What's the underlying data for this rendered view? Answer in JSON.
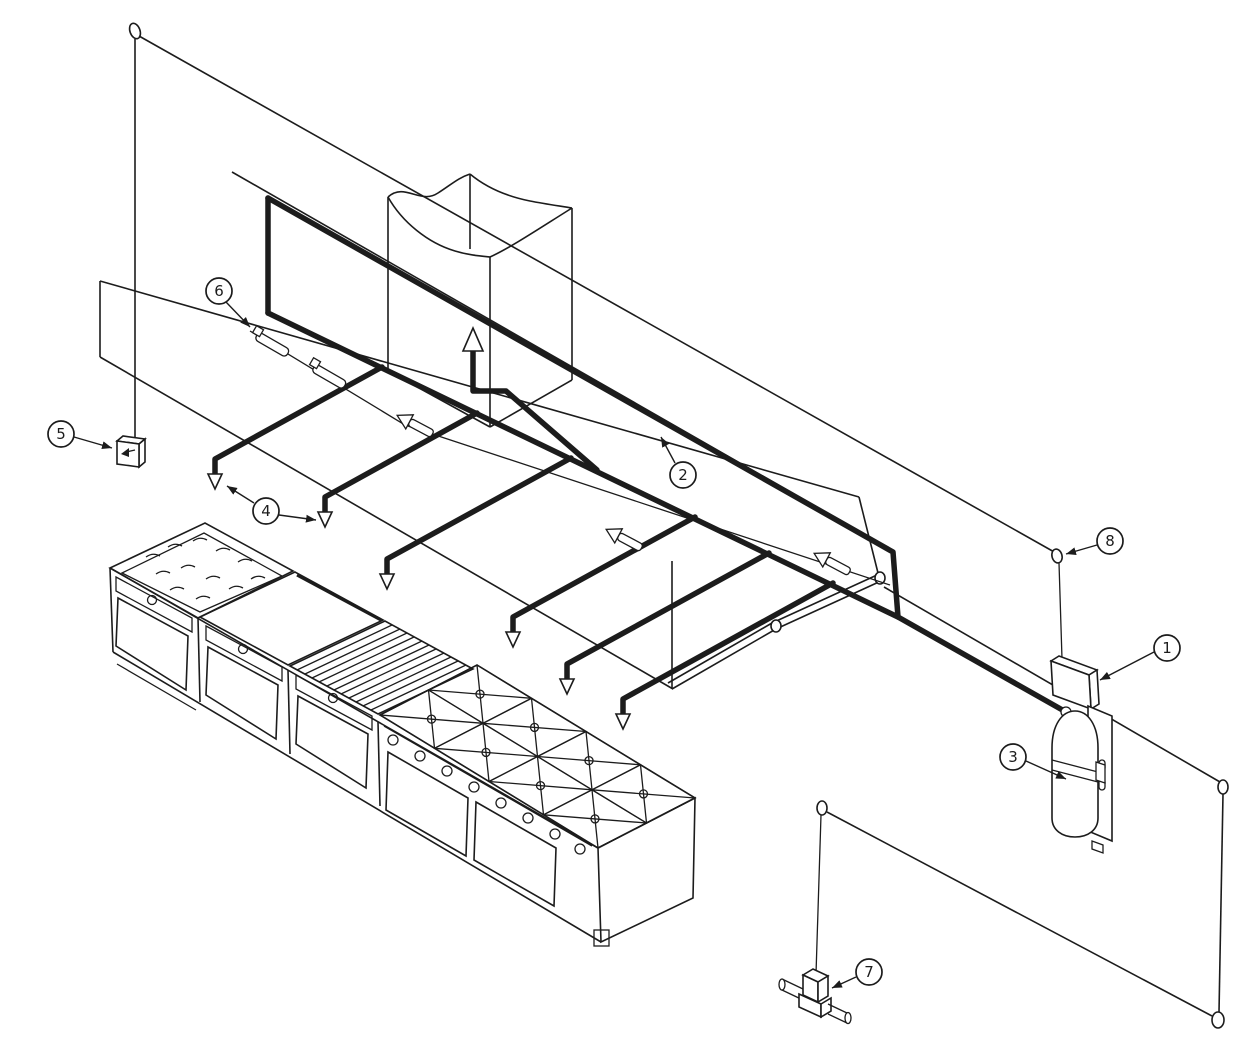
{
  "figure": {
    "type": "isometric-line-diagram",
    "subject": "restaurant-kitchen-fire-suppression-system",
    "ink_color": "#1c1c1c",
    "paper_color": "#ffffff"
  },
  "callouts": [
    {
      "number": "1",
      "component": "release-regulator-box"
    },
    {
      "number": "2",
      "component": "distribution-piping"
    },
    {
      "number": "3",
      "component": "agent-storage-cylinder"
    },
    {
      "number": "4",
      "component": "discharge-nozzles"
    },
    {
      "number": "5",
      "component": "remote-pull-station"
    },
    {
      "number": "6",
      "component": "fusible-link-detectors"
    },
    {
      "number": "7",
      "component": "mechanical-gas-shutoff-valve"
    },
    {
      "number": "8",
      "component": "conduit-hanger-point"
    }
  ],
  "components": {
    "wall": "back-wall-panel",
    "right_panel": "lower-right-wall-panel",
    "hood": "exhaust-hood-canopy",
    "duct": "exhaust-duct",
    "duct_nozzle": "duct-nozzle-up-arrow",
    "appliances": [
      "deep-fat-fryer",
      "griddle",
      "broiler",
      "open-burner-range"
    ],
    "nozzle_count": 6,
    "detector_count": 5,
    "burner_grate_count": 8
  }
}
